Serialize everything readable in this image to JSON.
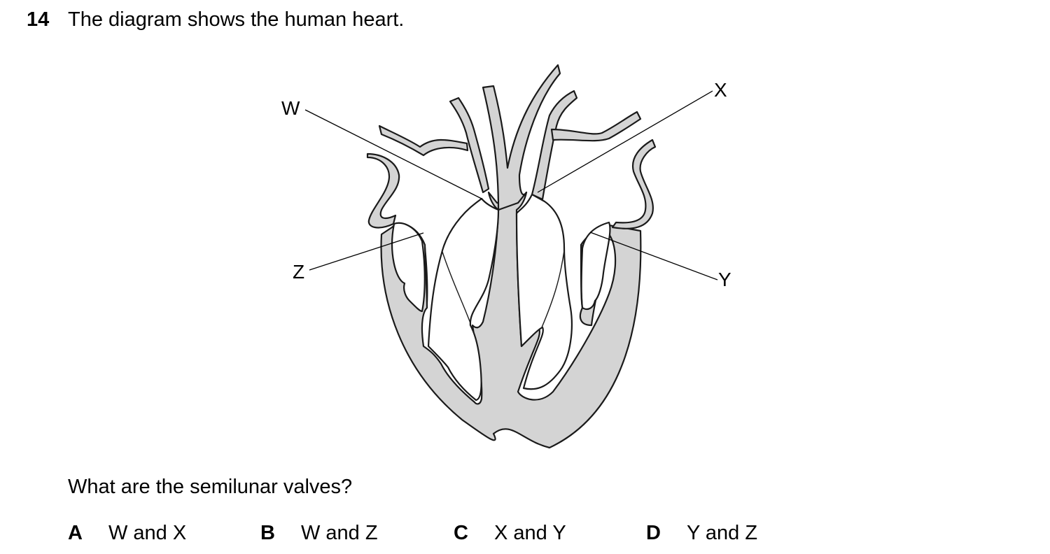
{
  "question": {
    "number": "14",
    "stem": "The diagram shows the human heart.",
    "prompt": "What are the semilunar valves?"
  },
  "diagram": {
    "labels": {
      "w": "W",
      "x": "X",
      "y": "Y",
      "z": "Z"
    },
    "colors": {
      "tissue": "#d4d4d4",
      "outline": "#1a1a1a"
    }
  },
  "options": [
    {
      "letter": "A",
      "text": "W and X"
    },
    {
      "letter": "B",
      "text": "W and Z"
    },
    {
      "letter": "C",
      "text": "X and Y"
    },
    {
      "letter": "D",
      "text": "Y and Z"
    }
  ]
}
